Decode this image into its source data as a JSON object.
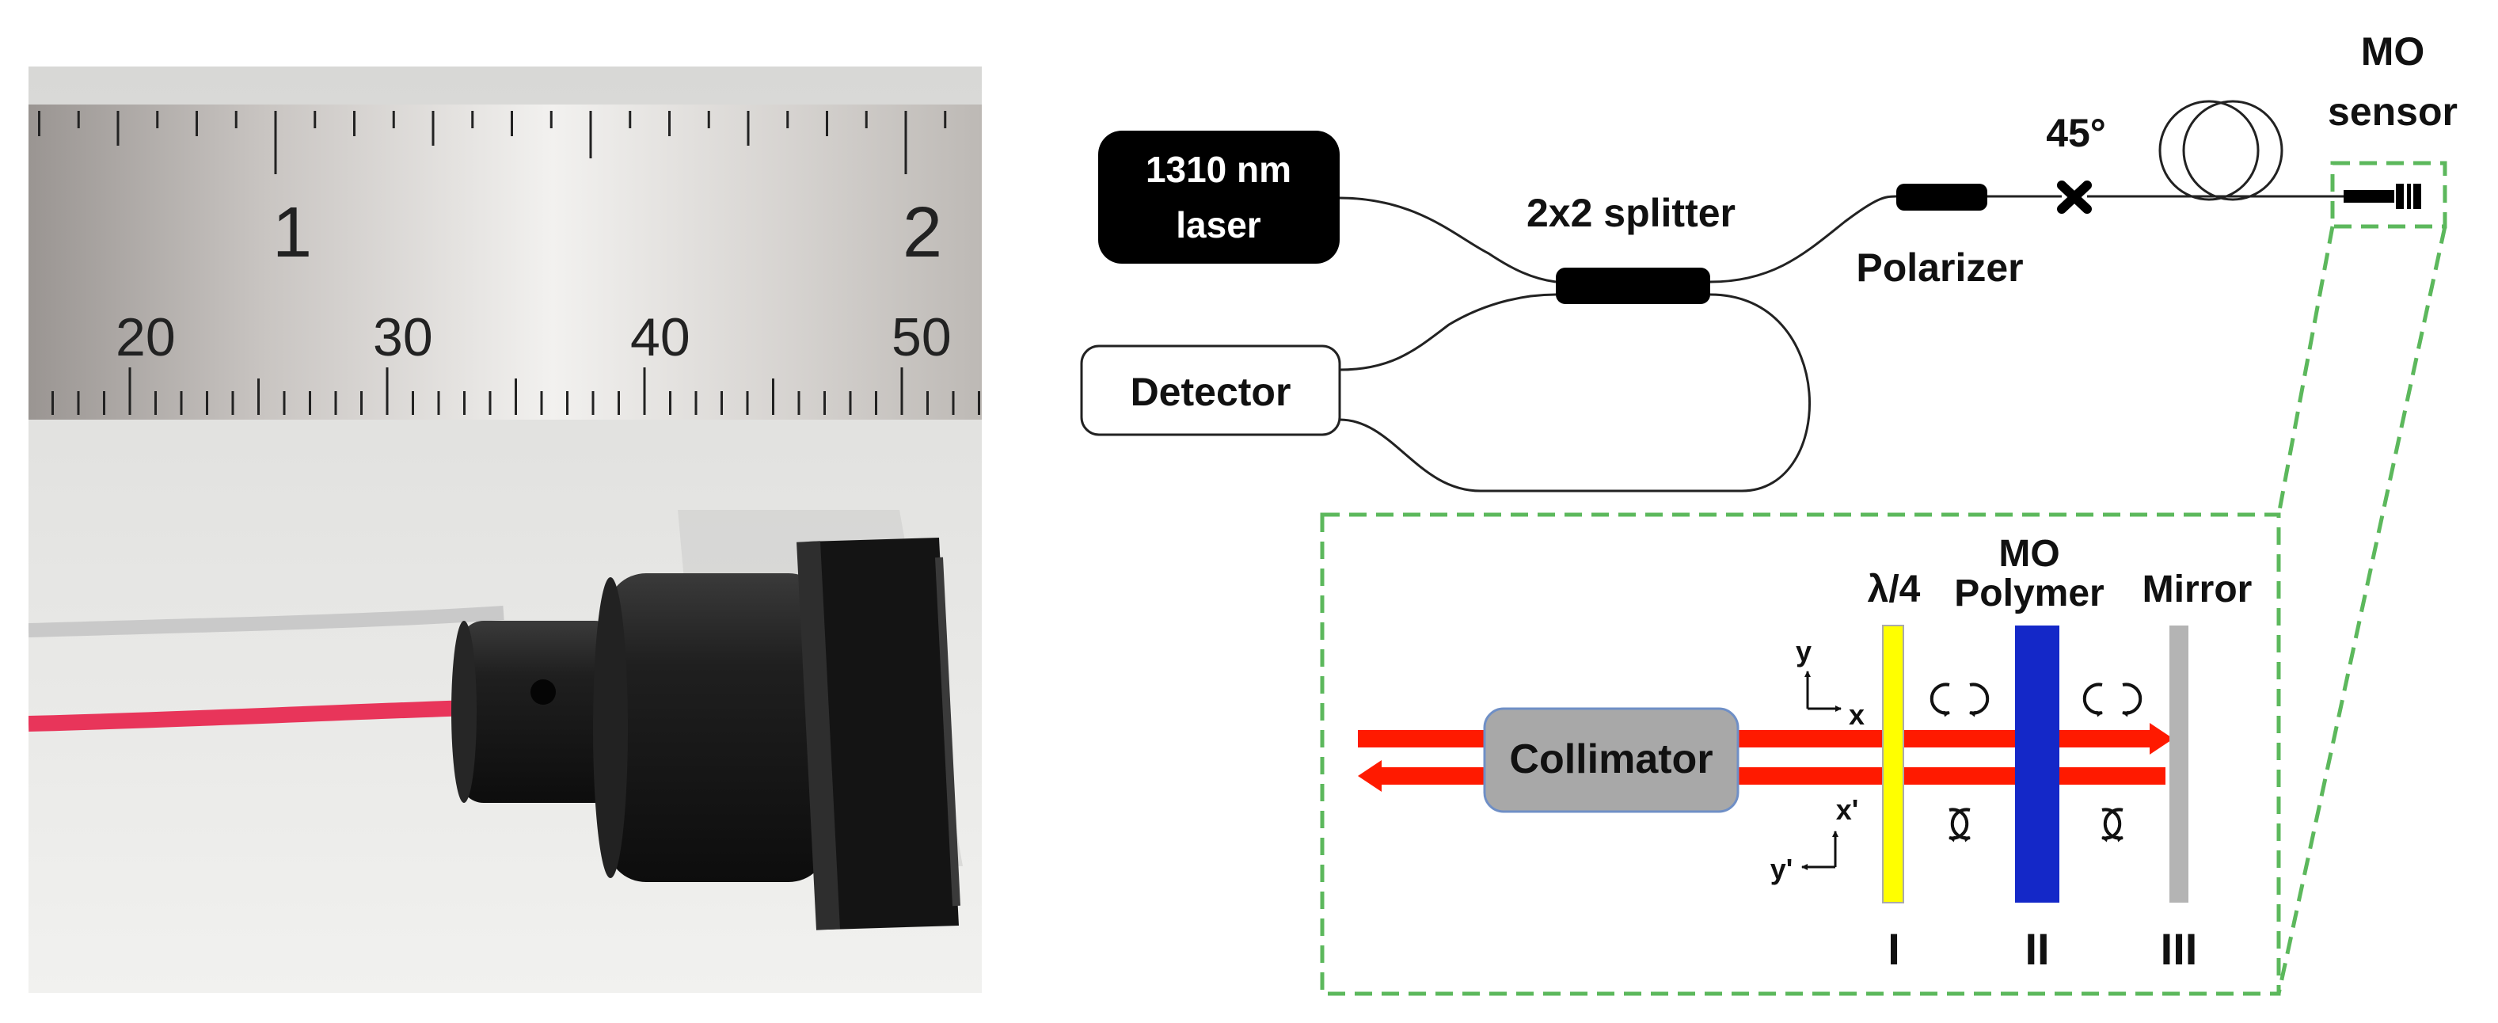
{
  "photo": {
    "ruler_inch_labels": [
      "1",
      "2"
    ],
    "ruler_mm_labels": [
      "20",
      "30",
      "40",
      "50"
    ]
  },
  "setup": {
    "laser": [
      "1310 nm",
      "laser"
    ],
    "splitter": "2x2 splitter",
    "detector": "Detector",
    "polarizer": "Polarizer",
    "angle": "45°",
    "sensor": [
      "MO",
      "sensor"
    ]
  },
  "inset": {
    "collimator": "Collimator",
    "waveplate": "λ/4",
    "polymer": [
      "MO",
      "Polymer"
    ],
    "mirror": "Mirror",
    "axes_top": [
      "y",
      "x"
    ],
    "axes_bottom": [
      "x'",
      "y'"
    ],
    "numerals": [
      "I",
      "II",
      "III"
    ]
  },
  "colors": {
    "beam": "#ff1a00",
    "waveplate": "#ffff00",
    "polymer": "#1428c8",
    "mirror": "#b4b4b4",
    "collimator": "#a8a8a8",
    "dashed_box": "#5cb85c",
    "cable": "#e8355a"
  }
}
